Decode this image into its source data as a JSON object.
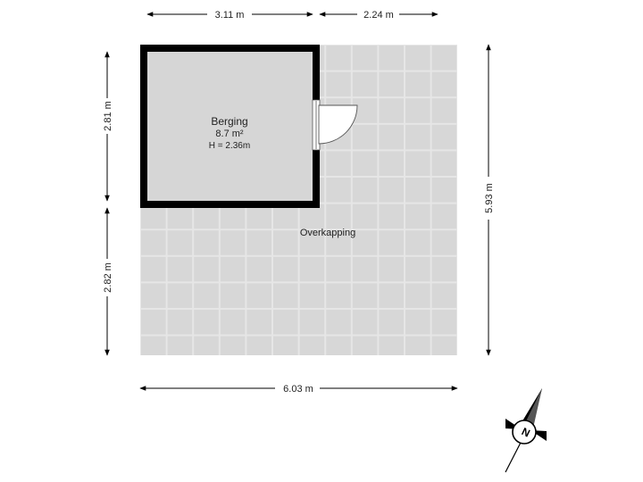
{
  "rooms": {
    "berging": {
      "name": "Berging",
      "area": "8.7 m²",
      "height": "H = 2.36m"
    },
    "overkapping": {
      "name": "Overkapping"
    }
  },
  "dimensions": {
    "top_left": "3.11 m",
    "top_right": "2.24 m",
    "bottom": "6.03 m",
    "left_upper": "2.81 m",
    "left_lower": "2.82 m",
    "right": "5.93 m"
  },
  "compass": {
    "label": "N"
  },
  "colors": {
    "floor_tile": "#d9d9d9",
    "storage_floor": "#d6d6d6",
    "wall": "#000000",
    "dimension_line": "#000000"
  }
}
